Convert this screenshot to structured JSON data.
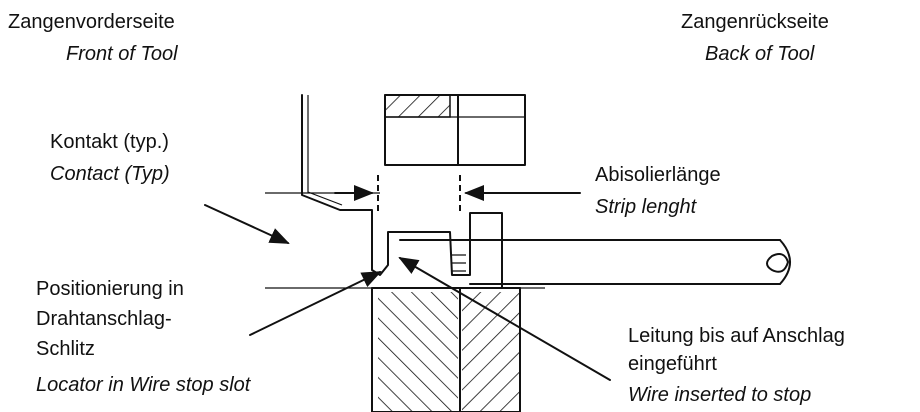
{
  "labels": {
    "front_de": "Zangenvorderseite",
    "front_en": "Front of Tool",
    "back_de": "Zangenrückseite",
    "back_en": "Back of Tool",
    "contact_de": "Kontakt (typ.)",
    "contact_en": "Contact (Typ)",
    "strip_de": "Abisolierlänge",
    "strip_en": "Strip lenght",
    "locator_de_1": "Positionierung in",
    "locator_de_2": "Drahtanschlag-",
    "locator_de_3": "Schlitz",
    "locator_en": "Locator in Wire stop slot",
    "wire_de_1": "Leitung bis auf Anschlag",
    "wire_de_2": "eingeführt",
    "wire_en": "Wire inserted to stop"
  }
}
